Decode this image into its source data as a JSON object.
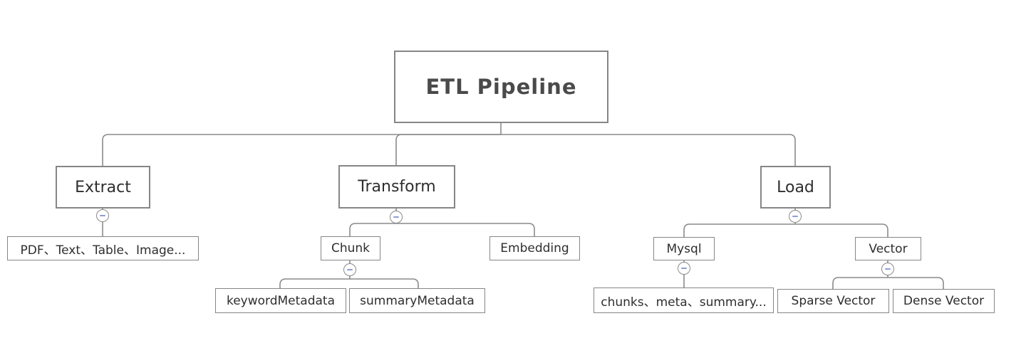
{
  "diagram_title": "ETL Pipeline",
  "colors": {
    "box_border": "#868686",
    "connector": "#8a8a8a",
    "text": "#2e2e2e",
    "root_text": "#4a4a4a",
    "collapse_minus": "#8c9dd4",
    "background": "#ffffff"
  },
  "icons": {
    "collapse": "circled-minus"
  },
  "tree": {
    "label": "ETL Pipeline",
    "children": [
      {
        "label": "Extract",
        "state": "expanded",
        "children": [
          {
            "label": "PDF、Text、Table、Image..."
          }
        ]
      },
      {
        "label": "Transform",
        "state": "expanded",
        "children": [
          {
            "label": "Chunk",
            "state": "expanded",
            "children": [
              {
                "label": "keywordMetadata"
              },
              {
                "label": "summaryMetadata"
              }
            ]
          },
          {
            "label": "Embedding"
          }
        ]
      },
      {
        "label": "Load",
        "state": "expanded",
        "children": [
          {
            "label": "Mysql",
            "state": "expanded",
            "children": [
              {
                "label": "chunks、meta、summary..."
              }
            ]
          },
          {
            "label": "Vector",
            "state": "expanded",
            "children": [
              {
                "label": "Sparse Vector"
              },
              {
                "label": "Dense Vector"
              }
            ]
          }
        ]
      }
    ]
  }
}
